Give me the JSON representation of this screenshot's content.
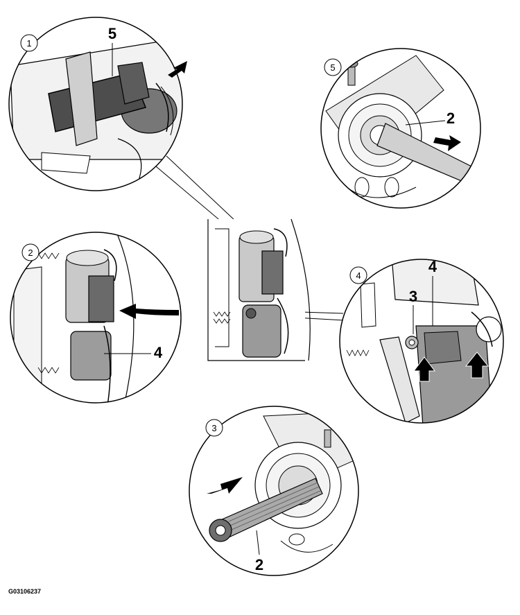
{
  "figure_id": "G03106237",
  "views": [
    {
      "id": "detail-1",
      "step": "1",
      "callouts": [
        "5"
      ]
    },
    {
      "id": "detail-5",
      "step": "5",
      "callouts": [
        "2"
      ]
    },
    {
      "id": "detail-2",
      "step": "2",
      "callouts": [
        "4"
      ]
    },
    {
      "id": "detail-4",
      "step": "4",
      "callouts": [
        "3",
        "4"
      ]
    },
    {
      "id": "detail-3",
      "step": "3",
      "callouts": [
        "2"
      ]
    }
  ],
  "colors": {
    "line": "#000000",
    "part_gray": "#8a8a8a",
    "light_gray": "#cfcfcf",
    "background": "#ffffff"
  }
}
